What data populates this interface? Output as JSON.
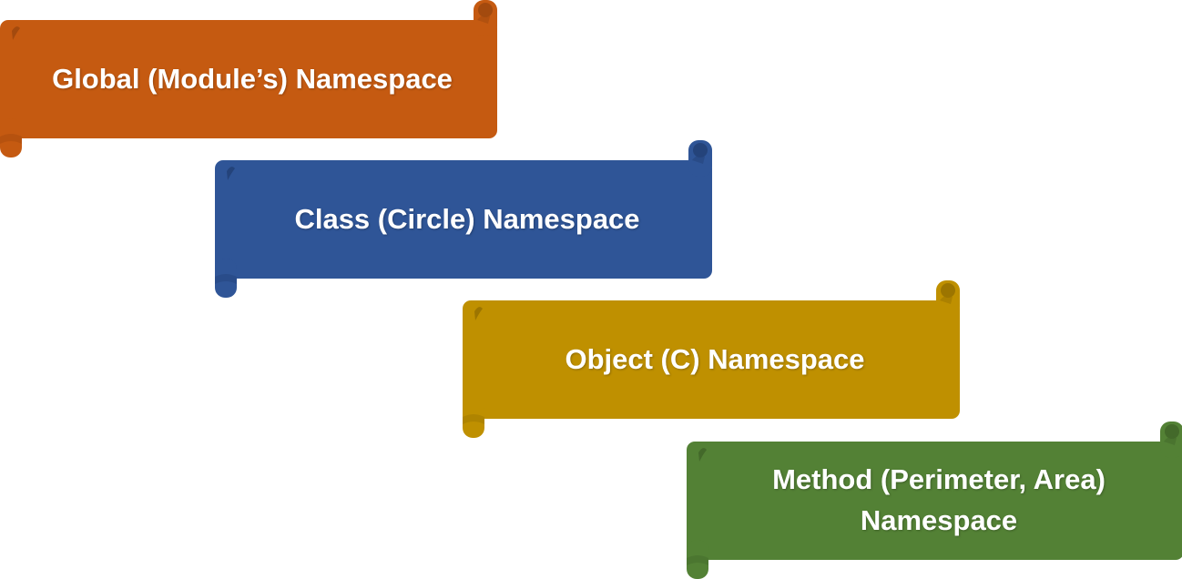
{
  "scrolls": [
    {
      "id": "global",
      "text": "Global (Module’s) Namespace",
      "color": "#C55A11",
      "dark": "#A34A0E"
    },
    {
      "id": "class",
      "text": "Class (Circle) Namespace",
      "color": "#2F5597",
      "dark": "#24437A"
    },
    {
      "id": "object",
      "text": "Object (C) Namespace",
      "color": "#BF9000",
      "dark": "#9C7500"
    },
    {
      "id": "method",
      "text": "Method (Perimeter, Area) Namespace",
      "color": "#538135",
      "dark": "#43692A"
    }
  ]
}
